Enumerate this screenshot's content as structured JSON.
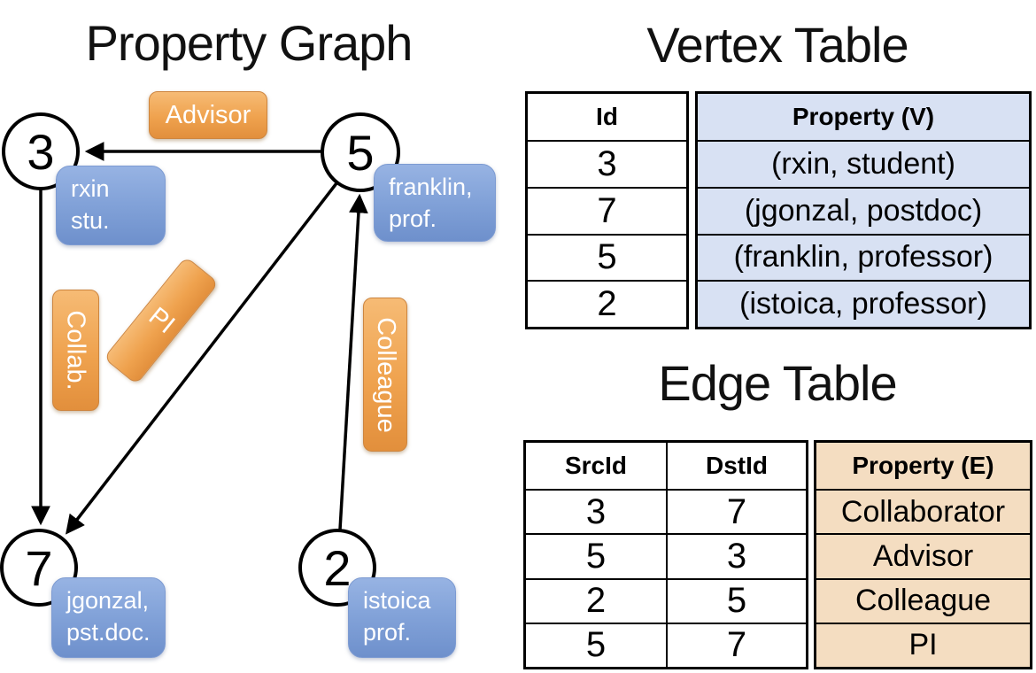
{
  "graph": {
    "title": "Property Graph",
    "nodes": [
      {
        "id": "3",
        "property": "rxin\nstu."
      },
      {
        "id": "5",
        "property": "franklin,\nprof."
      },
      {
        "id": "7",
        "property": "jgonzal,\npst.doc."
      },
      {
        "id": "2",
        "property": "istoica\nprof."
      }
    ],
    "edges": [
      {
        "src": "5",
        "dst": "3",
        "label": "Advisor"
      },
      {
        "src": "3",
        "dst": "7",
        "label": "Collab."
      },
      {
        "src": "5",
        "dst": "7",
        "label": "PI"
      },
      {
        "src": "2",
        "dst": "5",
        "label": "Colleague"
      }
    ]
  },
  "vertex_table": {
    "title": "Vertex Table",
    "columns": [
      "Id",
      "Property (V)"
    ],
    "rows": [
      [
        "3",
        "(rxin, student)"
      ],
      [
        "7",
        "(jgonzal, postdoc)"
      ],
      [
        "5",
        "(franklin, professor)"
      ],
      [
        "2",
        "(istoica, professor)"
      ]
    ]
  },
  "edge_table": {
    "title": "Edge Table",
    "columns": [
      "SrcId",
      "DstId",
      "Property (E)"
    ],
    "rows": [
      [
        "3",
        "7",
        "Collaborator"
      ],
      [
        "5",
        "3",
        "Advisor"
      ],
      [
        "2",
        "5",
        "Colleague"
      ],
      [
        "5",
        "7",
        "PI"
      ]
    ]
  },
  "colors": {
    "vertex_property_bg": "#d8e1f3",
    "edge_property_bg": "#f4ddc1",
    "node_label_blue": "#7d9fd5",
    "edge_label_orange": "#efa24e",
    "line_black": "#000000"
  }
}
